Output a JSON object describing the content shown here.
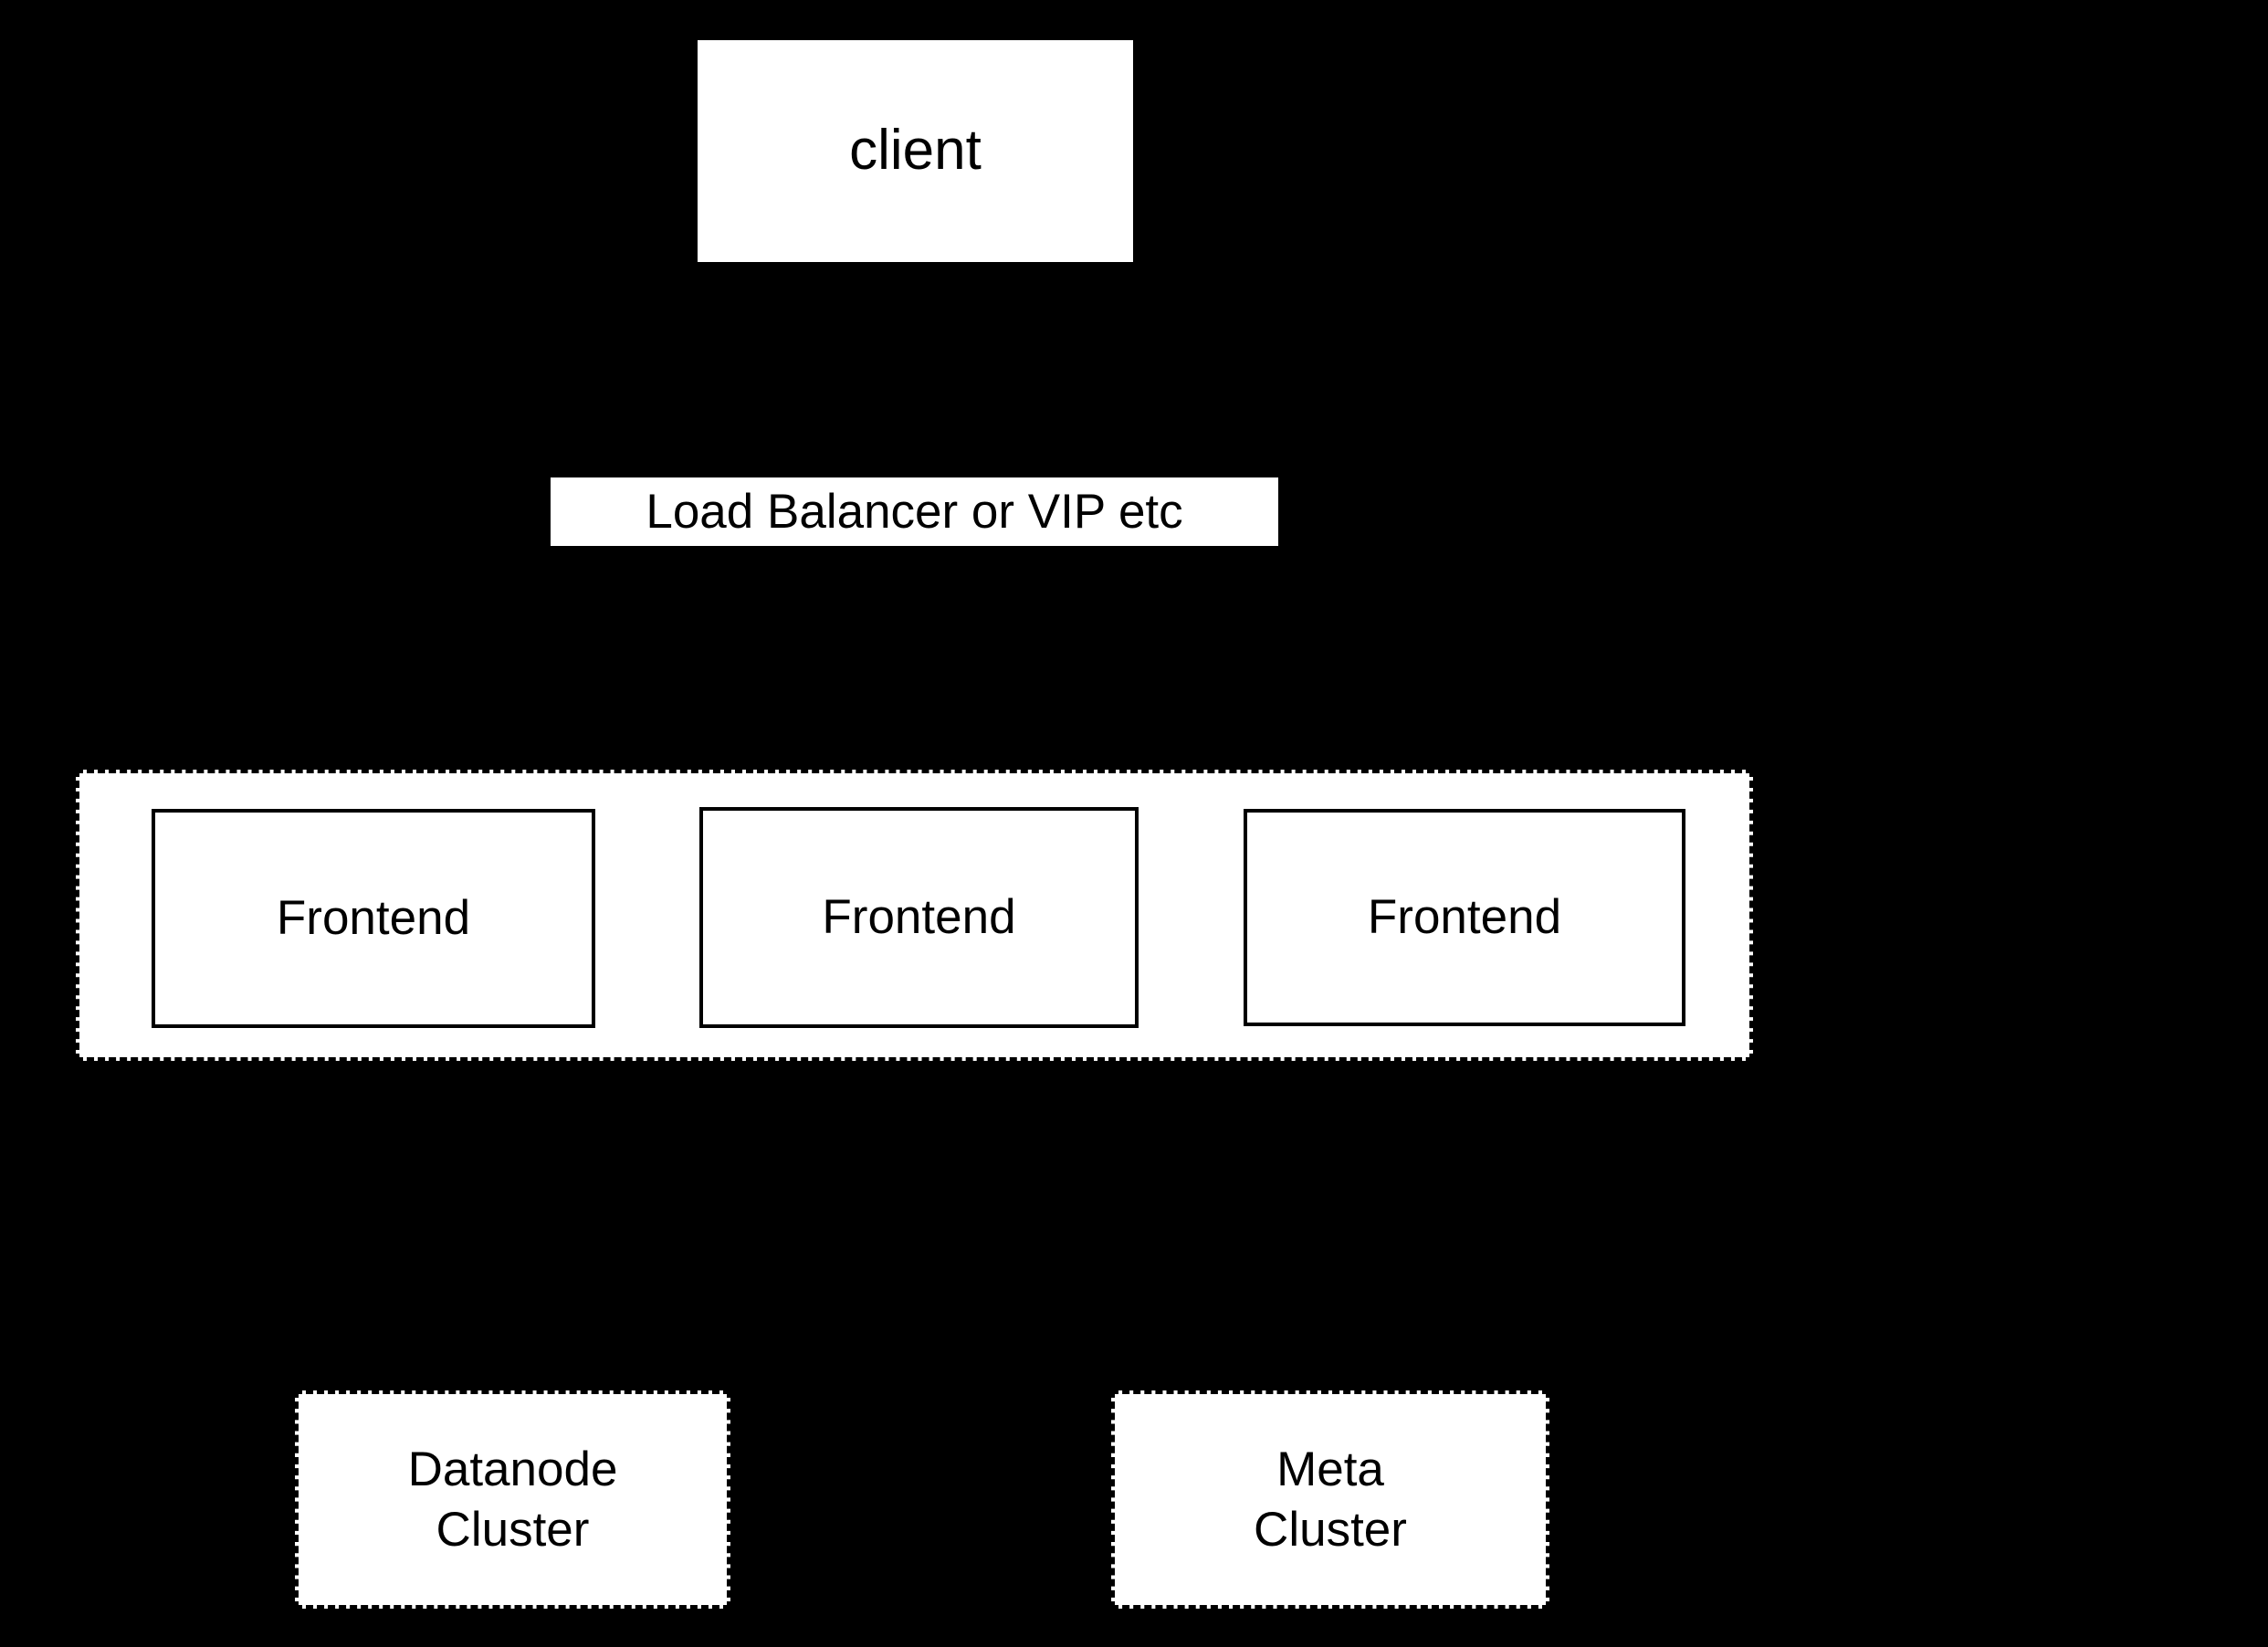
{
  "diagram": {
    "colors": {
      "background": "#000000",
      "node_fill": "#ffffff",
      "node_stroke": "#000000",
      "node_text": "#000000"
    },
    "nodes": {
      "client": {
        "label": "client"
      },
      "load_balancer": {
        "label": "Load Balancer or VIP etc"
      },
      "frontends": [
        {
          "label": "Frontend"
        },
        {
          "label": "Frontend"
        },
        {
          "label": "Frontend"
        }
      ],
      "datanode_cluster": {
        "lines": [
          "Datanode",
          "Cluster"
        ]
      },
      "meta_cluster": {
        "lines": [
          "Meta",
          "Cluster"
        ]
      }
    }
  }
}
